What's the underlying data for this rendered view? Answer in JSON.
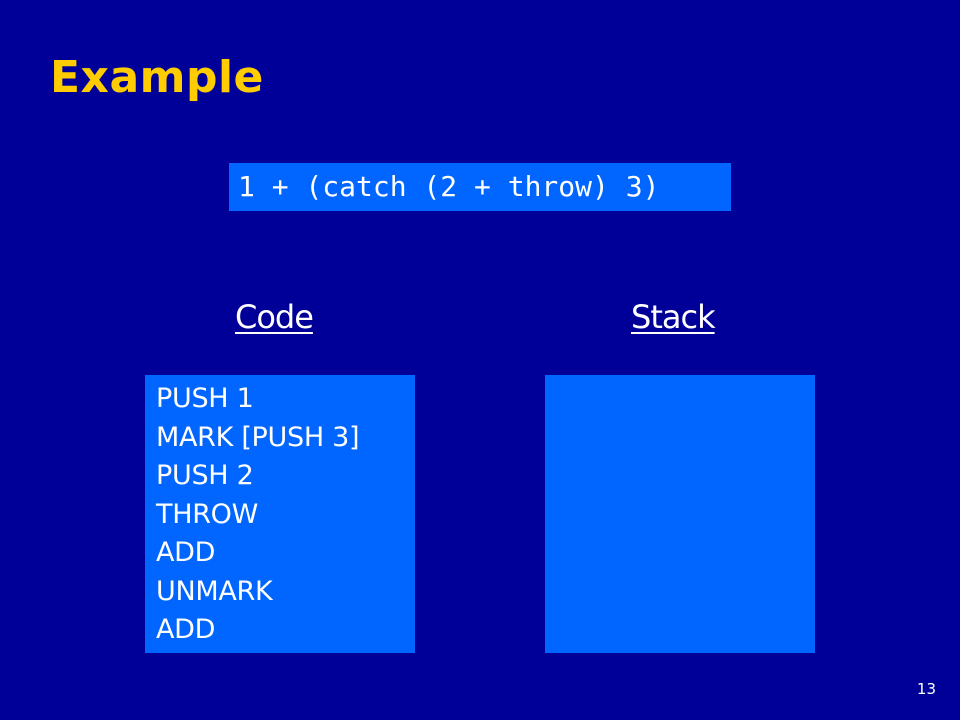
{
  "slide": {
    "title": "Example",
    "expression": "1 + (catch (2 + throw) 3)",
    "code": {
      "heading": "Code",
      "lines": [
        "PUSH 1",
        "MARK [PUSH 3]",
        "PUSH 2",
        "THROW",
        "ADD",
        "UNMARK",
        "ADD"
      ]
    },
    "stack": {
      "heading": "Stack",
      "items": []
    },
    "page_number": "13"
  },
  "colors": {
    "background": "#000099",
    "title": "#FFCC00",
    "box": "#0066FF",
    "text": "#FFFFFF"
  }
}
